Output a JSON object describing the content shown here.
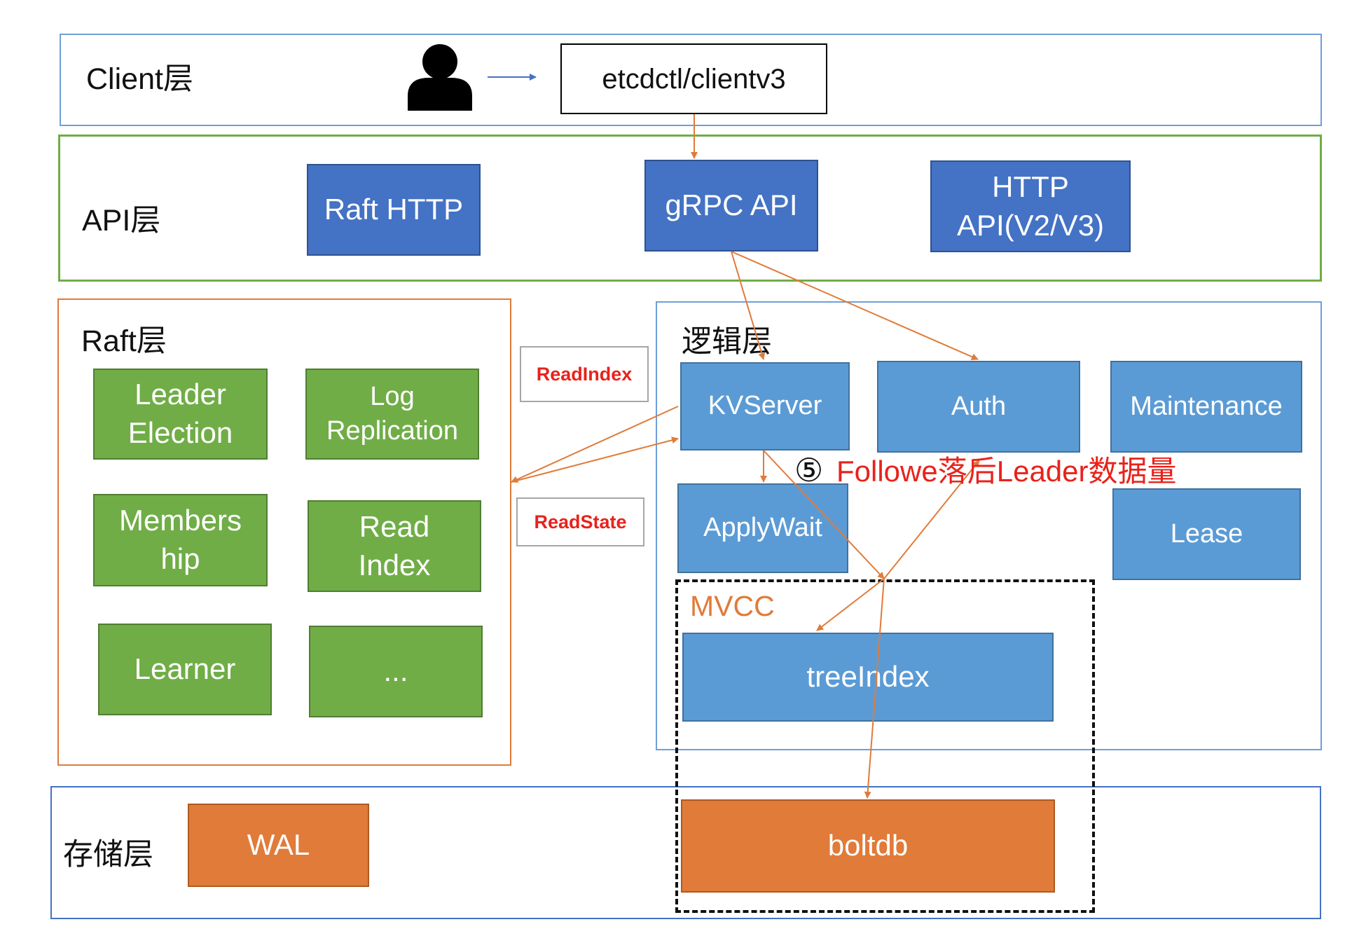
{
  "layers": {
    "client": "Client层",
    "api": "API层",
    "raft": "Raft层",
    "logic": "逻辑层",
    "storage": "存储层",
    "mvcc": "MVCC"
  },
  "client": {
    "user_icon": "person-icon",
    "tool_label": "etcdctl/clientv3"
  },
  "api": {
    "raft_http": "Raft HTTP",
    "grpc_api": "gRPC API",
    "http_api": "HTTP\nAPI(V2/V3)"
  },
  "raft": {
    "modules": [
      "Leader\nElection",
      "Log\nReplication",
      "Members\nhip",
      "Read\nIndex",
      "Learner",
      "..."
    ]
  },
  "logic": {
    "kvserver": "KVServer",
    "auth": "Auth",
    "maintenance": "Maintenance",
    "applywait": "ApplyWait",
    "lease": "Lease",
    "treeindex": "treeIndex"
  },
  "storage": {
    "wal": "WAL",
    "boltdb": "boltdb"
  },
  "tags": {
    "readindex": "ReadIndex",
    "readstate": "ReadState"
  },
  "annotation": {
    "step": "⑤",
    "text": "Followe落后Leader数据量"
  },
  "colors": {
    "arrow": "#e07b39",
    "client_arrow": "#4472c4",
    "annotation": "#e8221b",
    "client_border": "#6f9fd8",
    "api_border": "#70ad47",
    "raft_border": "#e07b39",
    "logic_border": "#6f9fd8",
    "storage_border": "#4472c4"
  }
}
